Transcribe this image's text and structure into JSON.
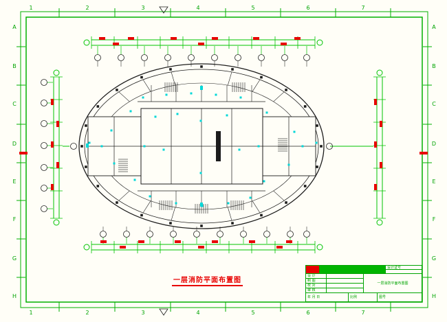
{
  "sheet": {
    "title": "一层消防平面布置图",
    "zones": {
      "top": [
        "1",
        "2",
        "3",
        "4",
        "5",
        "6",
        "7"
      ],
      "bottom": [
        "1",
        "2",
        "3",
        "4",
        "5",
        "6",
        "7"
      ],
      "left": [
        "A",
        "B",
        "C",
        "D",
        "E",
        "F",
        "G",
        "H"
      ],
      "right": [
        "A",
        "B",
        "C",
        "D",
        "E",
        "F",
        "G",
        "H"
      ]
    }
  },
  "colors": {
    "frame_green": "#00b000",
    "dim_green": "#00c400",
    "draw_black": "#1c1c1c",
    "mark_red": "#e80000",
    "device_cyan": "#00d8d8",
    "paper": "#fffef7"
  },
  "title_block": {
    "cert_label": "设计证号",
    "cert_value": "",
    "fields": [
      {
        "label": "设 计",
        "value": ""
      },
      {
        "label": "制 图",
        "value": ""
      },
      {
        "label": "校 对",
        "value": ""
      },
      {
        "label": "审 核",
        "value": ""
      }
    ],
    "date_value": "年 月 日",
    "scale_label": "比例",
    "drawing_no_label": "图号"
  }
}
